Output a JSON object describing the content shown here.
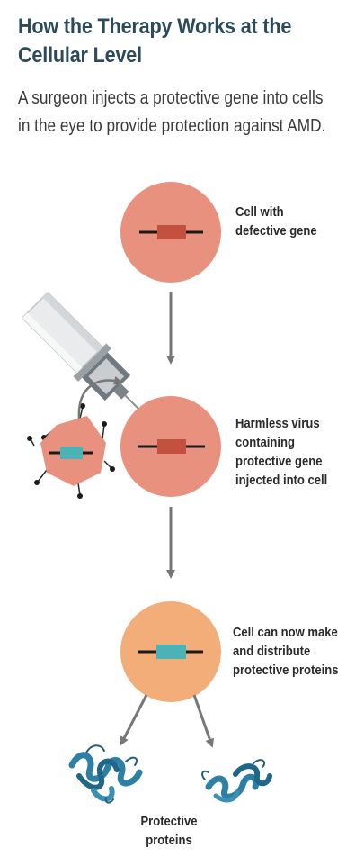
{
  "title": "How the Therapy Works at the Cellular Level",
  "subtitle": "A surgeon injects a protective gene into cells in the eye to provide protection against AMD.",
  "steps": [
    {
      "label": "Cell with\ndefective gene"
    },
    {
      "label": "Harmless virus\ncontaining\nprotective gene\ninjected into cell"
    },
    {
      "label": "Cell can now make\nand distribute\nprotective proteins"
    }
  ],
  "proteins_label": "Protective\nproteins",
  "colors": {
    "title": "#2b4a5a",
    "cell_red": "#e8917e",
    "cell_orange": "#f2ad78",
    "defective_gene": "#c4513e",
    "protective_gene": "#4bb3b6",
    "arrow": "#777777",
    "protein": "#2d7fa3"
  }
}
